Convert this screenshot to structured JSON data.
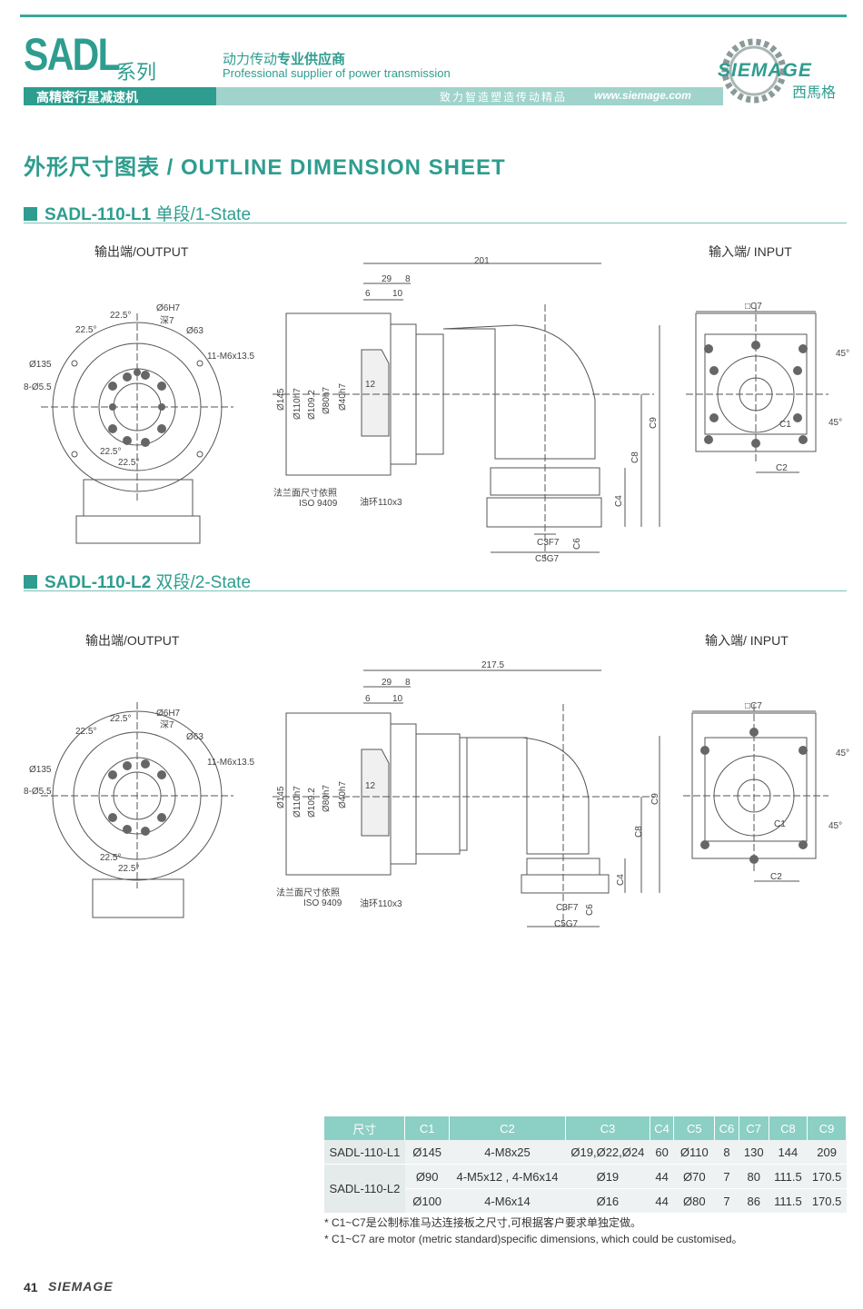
{
  "header": {
    "series_main": "SADL",
    "series_suffix": "系列",
    "tagline_cn_a": "动力传动",
    "tagline_cn_b": "专业供应商",
    "tagline_en": "Professional supplier of power transmission",
    "product_type": "高精密行星减速机",
    "slogan": "致力智造塑造传动精品",
    "url": "www.siemage.com",
    "logo_text": "SIEMAGE",
    "logo_cn": "西馬格"
  },
  "sheet_title": "外形尺寸图表 / OUTLINE DIMENSION SHEET",
  "sections": [
    {
      "model": "SADL-110-L1",
      "stage": "单段/1-State",
      "output_label": "输出端/OUTPUT",
      "input_label": "输入端/ INPUT",
      "total_length": "201"
    },
    {
      "model": "SADL-110-L2",
      "stage": "双段/2-State",
      "output_label": "输出端/OUTPUT",
      "input_label": "输入端/ INPUT",
      "total_length": "217.5"
    }
  ],
  "drawing_labels": {
    "angle_a": "22.5°",
    "angle_b": "22.5°",
    "pin": "Ø6H7",
    "depth": "深7",
    "d63": "Ø63",
    "tap": "11-M6x13.5",
    "d135": "Ø135",
    "holes": "8-Ø5.5",
    "d29": "29",
    "d8": "8",
    "d6": "6",
    "d10": "10",
    "d12": "12",
    "d145": "Ø145",
    "d110": "Ø110h7",
    "d1092": "Ø109.2",
    "d80": "Ø80h7",
    "d40": "Ø40h7",
    "flange_note": "法兰面尺寸依照",
    "iso": "ISO 9409",
    "oil_ring": "油环110x3",
    "c3": "C3F7",
    "c5": "C5G7",
    "c6": "C6",
    "c4": "C4",
    "c8": "C8",
    "c9": "C9",
    "c7": "□C7",
    "c1": "C1",
    "c2": "C2",
    "a45": "45°"
  },
  "table": {
    "headers": [
      "尺寸",
      "C1",
      "C2",
      "C3",
      "C4",
      "C5",
      "C6",
      "C7",
      "C8",
      "C9"
    ],
    "rows": [
      {
        "model": "SADL-110-L1",
        "cells": [
          "Ø145",
          "4-M8x25",
          "Ø19,Ø22,Ø24",
          "60",
          "Ø110",
          "8",
          "130",
          "144",
          "209"
        ]
      },
      {
        "model": "SADL-110-L2",
        "cells": [
          "Ø90",
          "4-M5x12 , 4-M6x14",
          "Ø19",
          "44",
          "Ø70",
          "7",
          "80",
          "111.5",
          "170.5"
        ]
      },
      {
        "model": "",
        "cells": [
          "Ø100",
          "4-M6x14",
          "Ø16",
          "44",
          "Ø80",
          "7",
          "86",
          "111.5",
          "170.5"
        ]
      }
    ]
  },
  "notes": [
    "* C1~C7是公制标准马达连接板之尺寸,可根据客户要求单独定做。",
    "* C1~C7 are motor (metric standard)specific dimensions, which could be customised。"
  ],
  "footer": {
    "page": "41",
    "logo": "SIEMAGE"
  },
  "colors": {
    "accent": "#2e9d8f",
    "band_light": "#9fd3cb",
    "table_head": "#8ccfc4"
  }
}
